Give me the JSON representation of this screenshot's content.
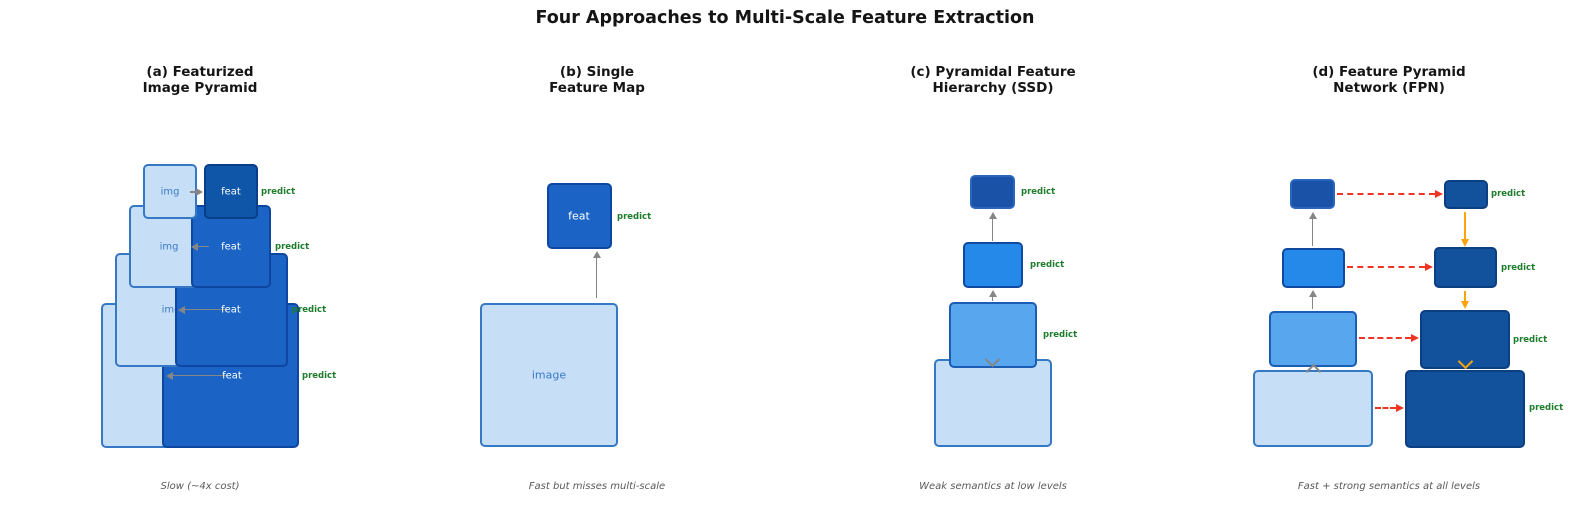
{
  "main_title": "Four Approaches to Multi-Scale Feature Extraction",
  "panels": {
    "a": {
      "title1": "(a) Featurized",
      "title2": "Image Pyramid",
      "img": "img",
      "feat": "feat",
      "predict": "predict",
      "caption": "Slow (~4x cost)"
    },
    "b": {
      "title1": "(b) Single",
      "title2": "Feature Map",
      "feat": "feat",
      "image": "image",
      "predict": "predict",
      "caption": "Fast but misses multi-scale"
    },
    "c": {
      "title1": "(c) Pyramidal Feature",
      "title2": "Hierarchy (SSD)",
      "predict": "predict",
      "caption": "Weak semantics at low levels"
    },
    "d": {
      "title1": "(d) Feature Pyramid",
      "title2": "Network (FPN)",
      "predict": "predict",
      "caption": "Fast + strong semantics at all levels"
    }
  },
  "colors": {
    "image_light_fill": "#c7dff6",
    "image_light_border": "#3579c4",
    "level3_medium_fill": "#57a6ee",
    "level2_bright_fill": "#2489e8",
    "level1_navy_fill": "#1a52a8",
    "feat_royal_fill": "#1b64c5",
    "feat_top_navy_fill": "#0f55a8",
    "fpn_output_fill": "#12519c",
    "predict_green": "#1e7d2c",
    "caption_gray": "#595959",
    "arrow_gray": "#868686",
    "lateral_red": "#ee3524",
    "topdown_orange": "#ffa30a",
    "img_label_blue": "#3a7ac8"
  }
}
